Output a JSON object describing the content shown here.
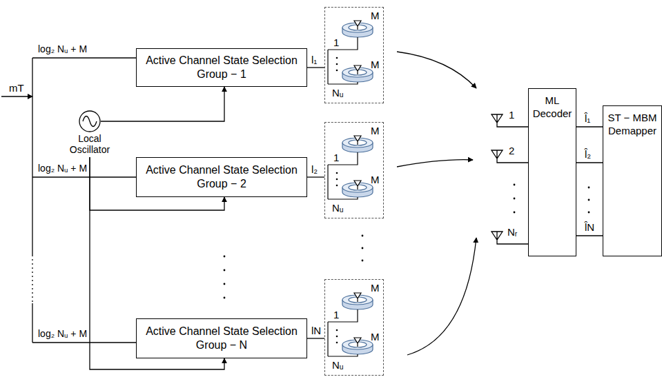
{
  "diagram": {
    "nodes": [
      {
        "text": [
          "Active Channel State Selection Group − 1"
        ]
      },
      {
        "text": [
          "Active Channel State Selection Group − 2"
        ]
      },
      {
        "text": [
          "Active Channel State Selection Group − N"
        ]
      },
      {
        "text": [
          "Local Oscillator"
        ]
      },
      {
        "text": [
          "M",
          "1",
          "M",
          "Nᵤ"
        ]
      },
      {
        "text": [
          "M",
          "1",
          "M",
          "Nᵤ"
        ]
      },
      {
        "text": [
          "M",
          "1",
          "M",
          "Nᵤ"
        ]
      },
      {
        "text": [
          "ML Decoder"
        ]
      },
      {
        "text": [
          "ST − MBM Demapper"
        ]
      }
    ],
    "edges": [
      {
        "from": 0,
        "to": 4,
        "label": "l₁",
        "arrow": "none"
      },
      {
        "from": 1,
        "to": 5,
        "label": "l₂",
        "arrow": "none"
      },
      {
        "from": 2,
        "to": 6,
        "label": "lN",
        "arrow": "none"
      },
      {
        "from": 3,
        "to": 0,
        "arrow": "to"
      },
      {
        "from": 3,
        "to": 1,
        "arrow": "to"
      },
      {
        "from": 3,
        "to": 2,
        "arrow": "to"
      },
      {
        "from": 7,
        "to": 8,
        "label": "l̂₁",
        "arrow": "none"
      },
      {
        "from": 7,
        "to": 8,
        "label": "l̂₂",
        "arrow": "none"
      },
      {
        "from": 7,
        "to": 8,
        "label": "l̂N",
        "arrow": "none"
      }
    ],
    "labels": [
      "mT",
      "log₂ Nᵤ + M",
      "log₂ Nᵤ + M",
      "log₂ Nᵤ + M",
      "1",
      "2",
      "Nᵣ"
    ]
  }
}
